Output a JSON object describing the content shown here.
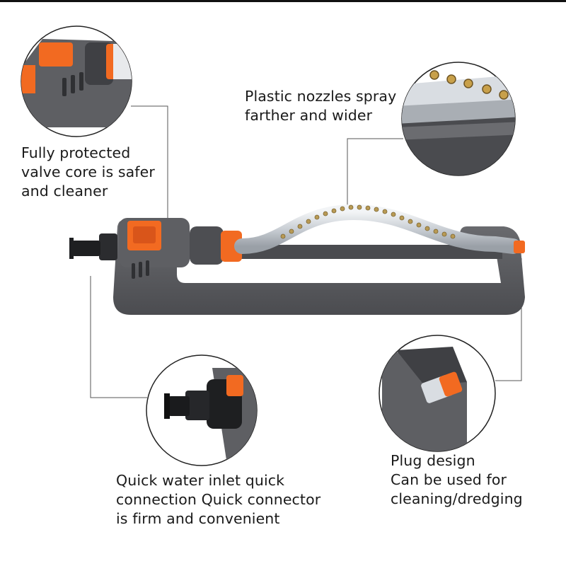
{
  "callouts": {
    "valve": {
      "lines": [
        "Fully protected",
        "valve core is safer",
        "and cleaner"
      ]
    },
    "nozzle": {
      "lines": [
        "Plastic nozzles spray",
        "farther and wider"
      ]
    },
    "inlet": {
      "lines": [
        "Quick water inlet quick",
        "connection Quick connector",
        "is firm and convenient"
      ]
    },
    "plug": {
      "lines": [
        "Plug design",
        "Can be used for",
        "cleaning/dredging"
      ]
    }
  },
  "colors": {
    "body_gray": "#5e5f63",
    "dark_gray": "#3f4044",
    "accent_orange": "#f26a21",
    "tube_silver": "#d9dde2",
    "nozzle_brass": "#b89a55",
    "line": "#444444"
  }
}
